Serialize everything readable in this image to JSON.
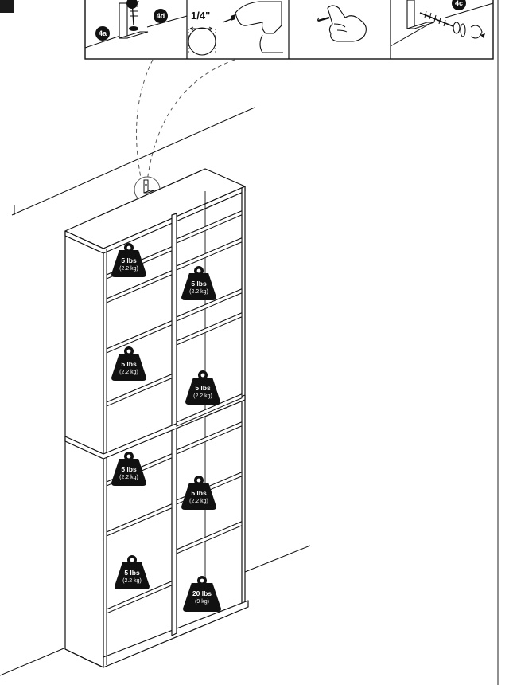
{
  "steps": {
    "callouts": [
      "4a",
      "4d",
      "4c"
    ],
    "drill_size": "1/4\""
  },
  "weights": [
    {
      "main": "5 lbs",
      "sub": "(2.2 kg)"
    },
    {
      "main": "5 lbs",
      "sub": "(2.2 kg)"
    },
    {
      "main": "5 lbs",
      "sub": "(2.2 kg)"
    },
    {
      "main": "5 lbs",
      "sub": "(2.2 kg)"
    },
    {
      "main": "5 lbs",
      "sub": "(2.2 kg)"
    },
    {
      "main": "5 lbs",
      "sub": "(2.2 kg)"
    },
    {
      "main": "5 lbs",
      "sub": "(2.2 kg)"
    },
    {
      "main": "20 lbs",
      "sub": "(9 kg)"
    }
  ]
}
